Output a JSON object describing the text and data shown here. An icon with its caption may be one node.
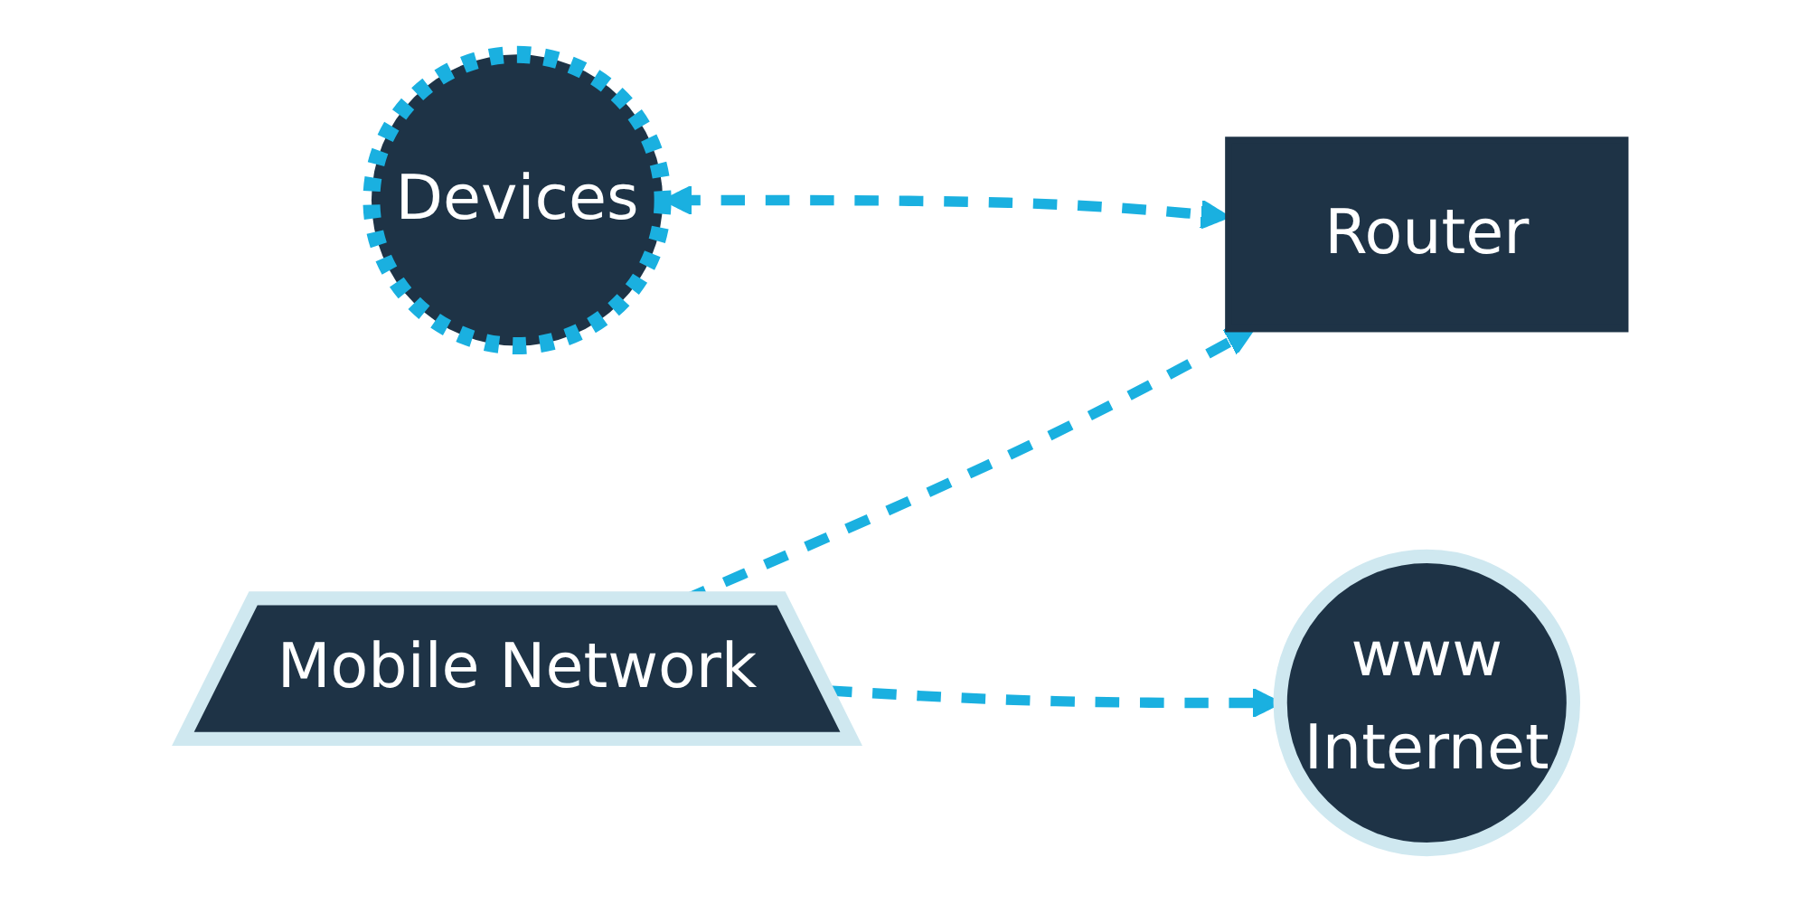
{
  "diagram": {
    "nodes": [
      {
        "text": [
          "Devices"
        ]
      },
      {
        "text": [
          "Router"
        ]
      },
      {
        "text": [
          "Mobile Network"
        ]
      },
      {
        "text": [
          "www",
          "Internet"
        ]
      }
    ],
    "edges": [
      {
        "from": 0,
        "to": 1,
        "arrow": "both",
        "style": "dashed"
      },
      {
        "from": 2,
        "to": 1,
        "arrow": "to",
        "style": "dashed"
      },
      {
        "from": 2,
        "to": 3,
        "arrow": "to",
        "style": "dashed"
      }
    ]
  }
}
